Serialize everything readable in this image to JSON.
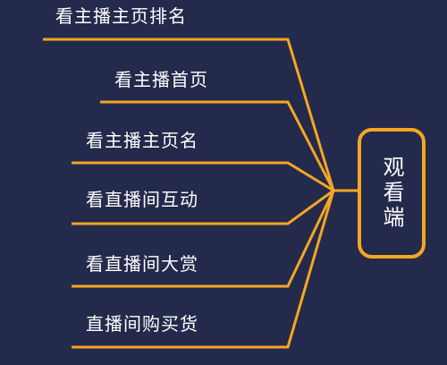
{
  "colors": {
    "background": "#232a4b",
    "line": "#f5a623",
    "text": "#ffffff"
  },
  "hub": {
    "label": "观看端"
  },
  "branches": [
    {
      "label": "看主播主页排名"
    },
    {
      "label": "看主播首页"
    },
    {
      "label": "看主播主页名"
    },
    {
      "label": "看直播间互动"
    },
    {
      "label": "看直播间大赏"
    },
    {
      "label": "直播间购买货"
    }
  ]
}
